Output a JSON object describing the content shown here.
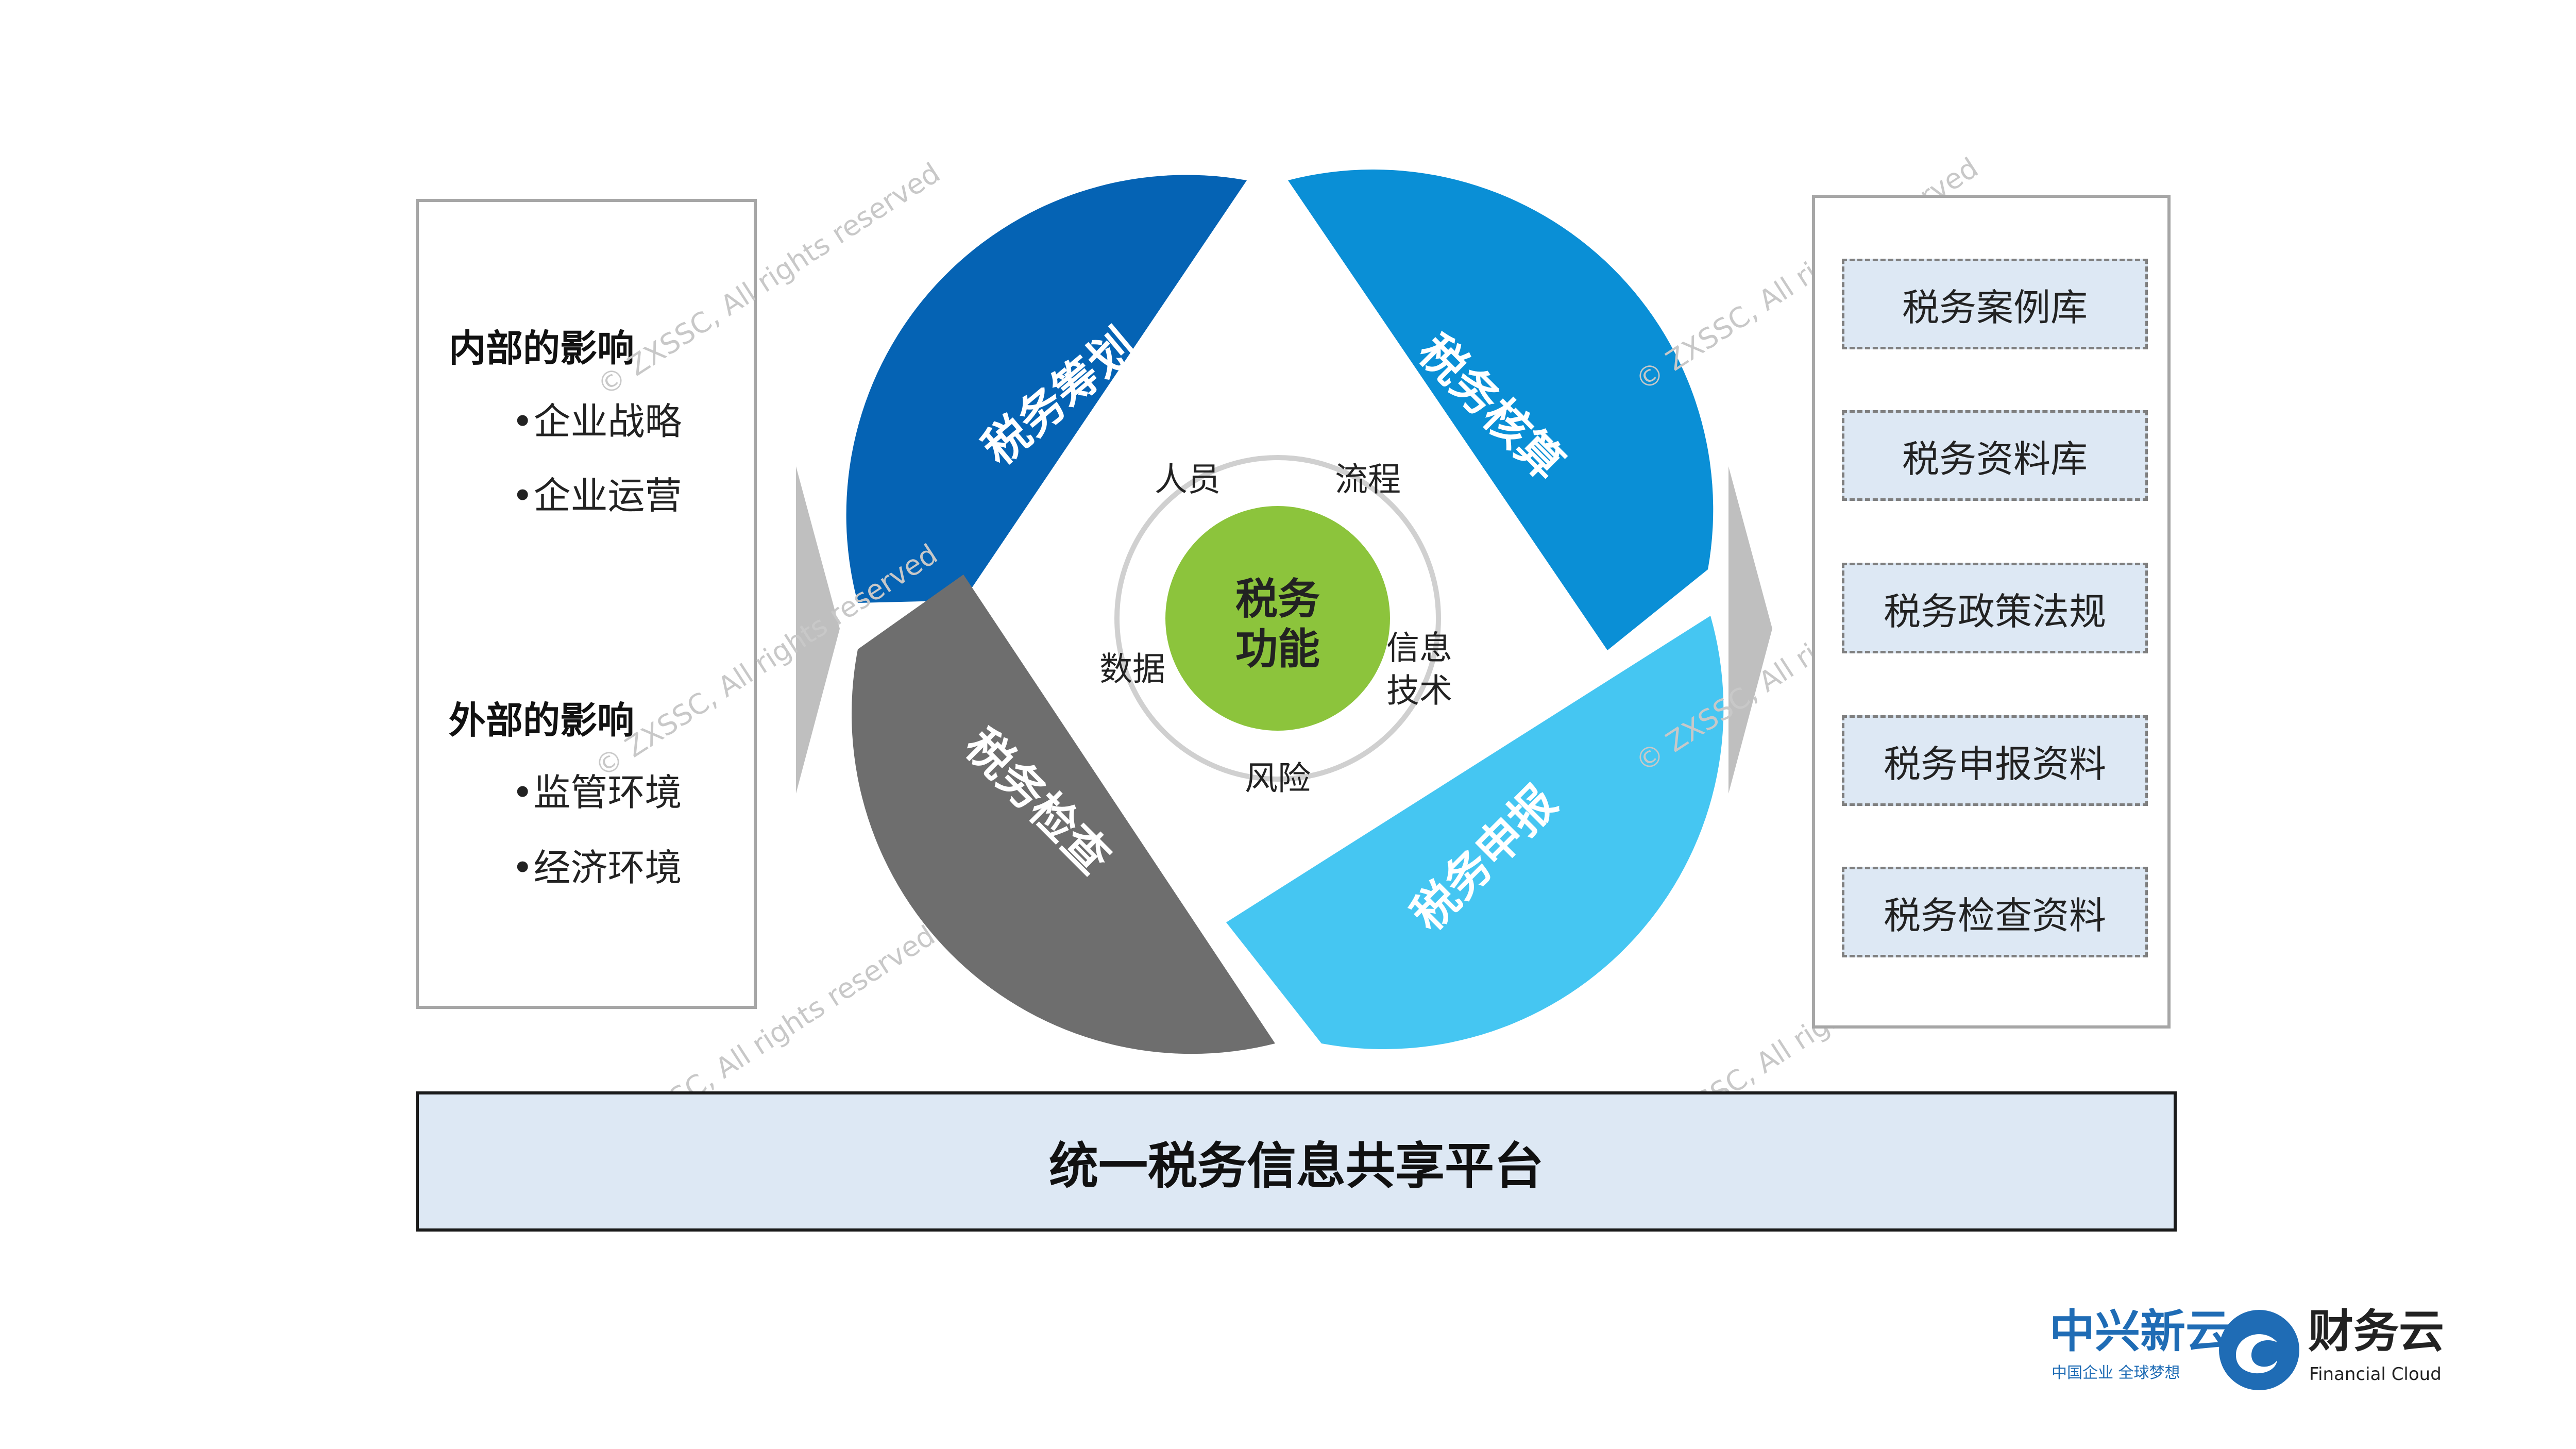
{
  "influences": {
    "internal": {
      "heading": "内部的影响",
      "items": [
        "•企业战略",
        "•企业运营"
      ]
    },
    "external": {
      "heading": "外部的影响",
      "items": [
        "•监管环境",
        "•经济环境"
      ]
    }
  },
  "cycle": {
    "segments": [
      {
        "label": "税务筹划",
        "color": "#0563b4"
      },
      {
        "label": "税务核算",
        "color": "#0a8fd6"
      },
      {
        "label": "税务申报",
        "color": "#45c6f2"
      },
      {
        "label": "税务检查",
        "color": "#6e6e6e"
      }
    ],
    "center": {
      "line1": "税务",
      "line2": "功能",
      "color": "#8cc43c"
    },
    "elements": {
      "people": "人员",
      "process": "流程",
      "it_line1": "信息",
      "it_line2": "技术",
      "risk": "风险",
      "data": "数据"
    }
  },
  "libraries": [
    "税务案例库",
    "税务资料库",
    "税务政策法规",
    "税务申报资料",
    "税务检查资料"
  ],
  "platform": "统一税务信息共享平台",
  "watermark": "© ZXSSC, All rights reserved",
  "brand": {
    "name_cn": "中兴新云",
    "slogan": "中国企业 全球梦想",
    "product_cn": "财务云",
    "product_en": "Financial Cloud",
    "color": "#1f6cb5"
  }
}
